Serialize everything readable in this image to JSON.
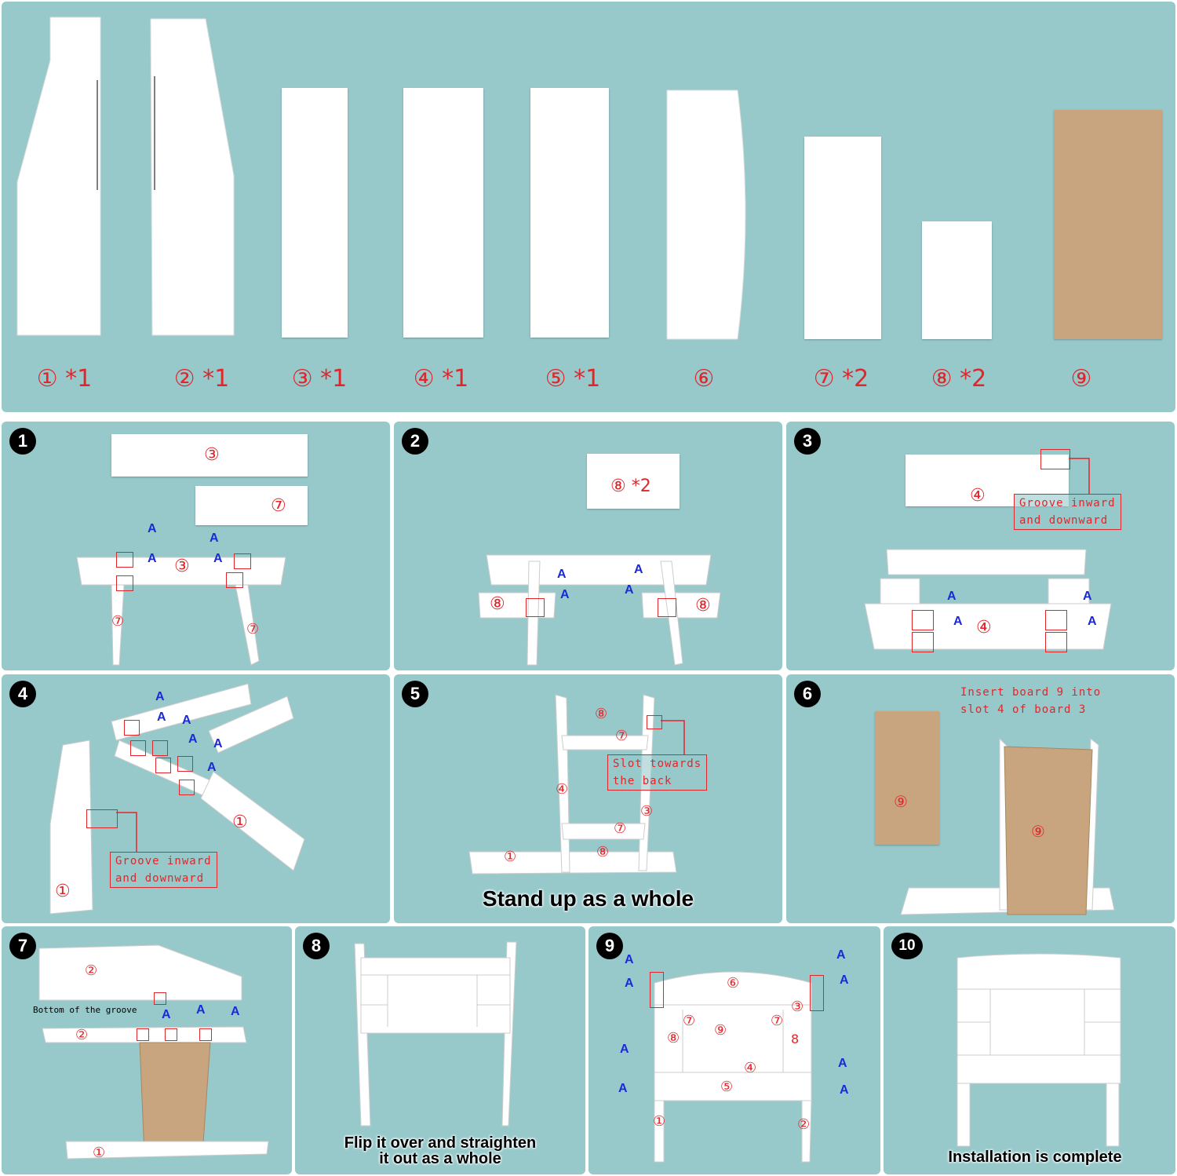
{
  "parts": [
    {
      "id": "part-1",
      "label": "① *1"
    },
    {
      "id": "part-2",
      "label": "② *1"
    },
    {
      "id": "part-3",
      "label": "③ *1"
    },
    {
      "id": "part-4",
      "label": "④ *1"
    },
    {
      "id": "part-5",
      "label": "⑤ *1"
    },
    {
      "id": "part-6",
      "label": "⑥"
    },
    {
      "id": "part-7",
      "label": "⑦ *2"
    },
    {
      "id": "part-8",
      "label": "⑧ *2"
    },
    {
      "id": "part-9",
      "label": "⑨"
    }
  ],
  "steps": {
    "s1": {
      "num": "1",
      "m": [
        "③",
        "⑦",
        "③",
        "⑦",
        "⑦"
      ],
      "a": "A"
    },
    "s2": {
      "num": "2",
      "m": [
        "⑧ *2",
        "⑧",
        "⑧"
      ],
      "a": "A"
    },
    "s3": {
      "num": "3",
      "m": [
        "④",
        "④"
      ],
      "note": [
        "Groove inward",
        "and downward"
      ],
      "a": "A"
    },
    "s4": {
      "num": "4",
      "m": [
        "①",
        "①"
      ],
      "note": [
        "Groove inward",
        "and downward"
      ],
      "a": "A"
    },
    "s5": {
      "num": "5",
      "m": [
        "⑧",
        "⑦",
        "④",
        "③",
        "⑦",
        "⑧",
        "①"
      ],
      "note": [
        "Slot towards",
        "the back"
      ],
      "caption": "Stand up as a whole"
    },
    "s6": {
      "num": "6",
      "m": [
        "⑨",
        "⑨"
      ],
      "note": [
        "Insert board 9 into",
        "slot 4 of board 3"
      ]
    },
    "s7": {
      "num": "7",
      "m": [
        "②",
        "②",
        "①"
      ],
      "note": "Bottom of the groove",
      "a": "A"
    },
    "s8": {
      "num": "8",
      "caption": [
        "Flip it over and straighten",
        "it out as a whole"
      ]
    },
    "s9": {
      "num": "9",
      "m": [
        "⑥",
        "③",
        "⑦",
        "⑨",
        "⑦",
        "⑧",
        "8",
        "④",
        "⑤",
        "①",
        "②"
      ],
      "a": "A"
    },
    "s10": {
      "num": "10",
      "caption": "Installation is complete"
    }
  },
  "colors": {
    "panel": "#97c9cb",
    "accent": "#e0262b",
    "a_marker": "#1a2ad6",
    "mdf": "#c9a57f"
  }
}
